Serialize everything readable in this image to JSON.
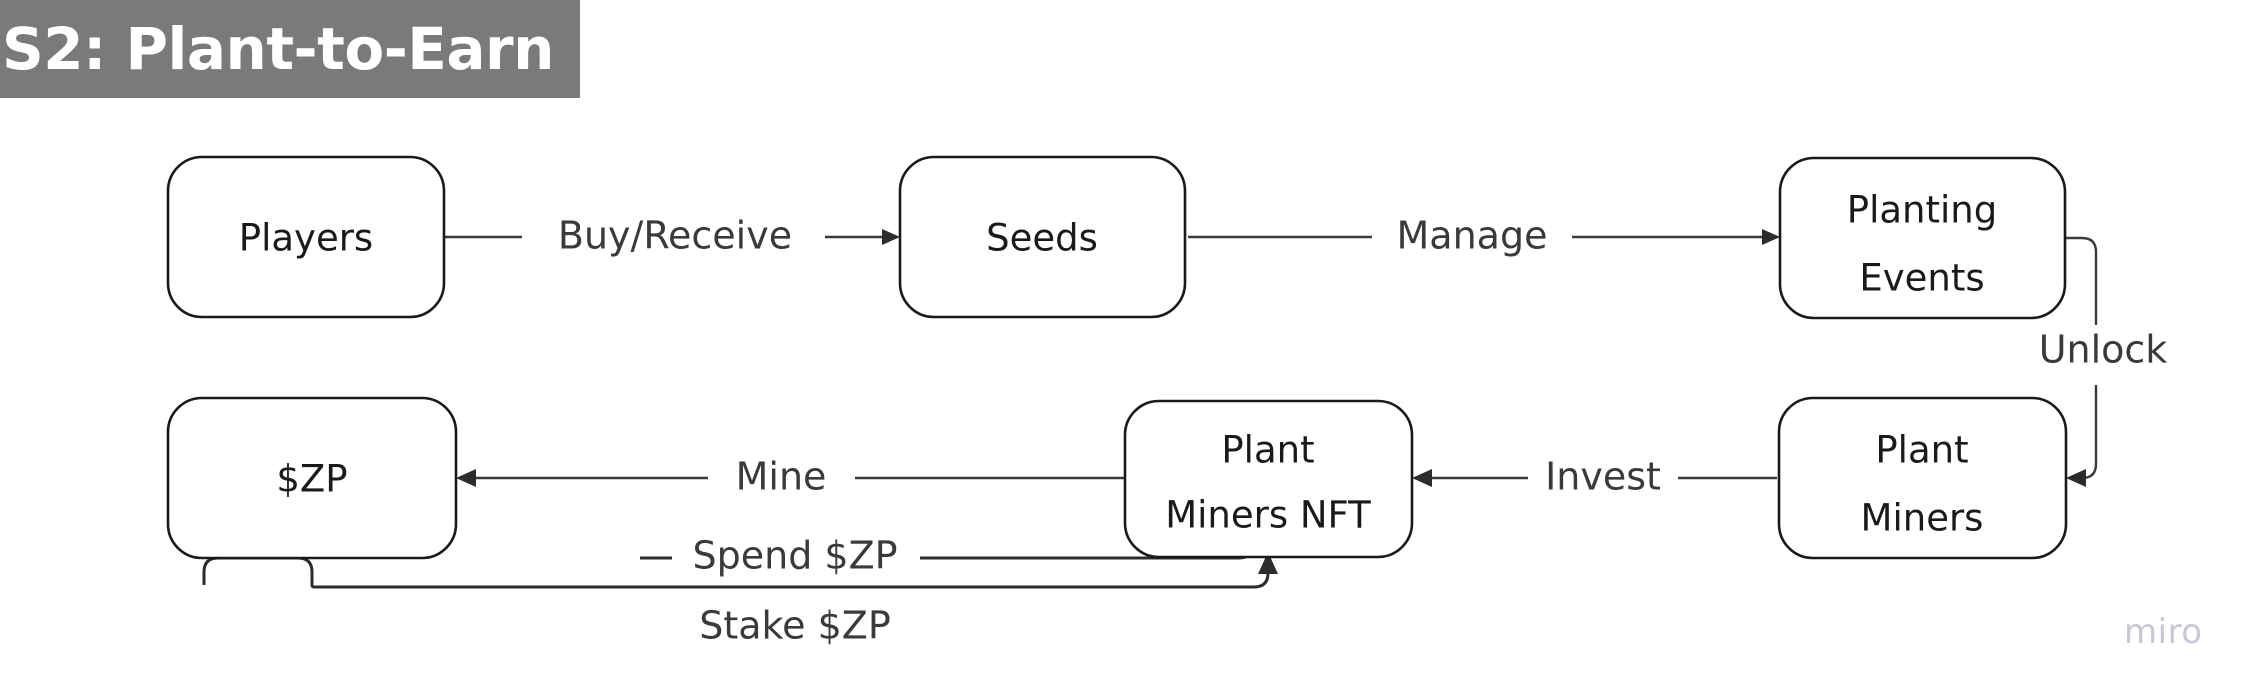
{
  "title": {
    "text": "S2: Plant-to-Earn",
    "background_color": "#7a7a7a",
    "text_color": "#ffffff"
  },
  "watermark": {
    "label": "miro",
    "color": "#c8c8d4"
  },
  "colors": {
    "node_stroke": "#1a1a1a",
    "node_fill": "#ffffff",
    "edge_stroke": "#3a3a3a",
    "text": "#1a1a1a",
    "canvas": "#ffffff"
  },
  "diagram": {
    "type": "flowchart",
    "nodes": [
      {
        "id": "players",
        "label": "Players",
        "lines": [
          "Players"
        ]
      },
      {
        "id": "seeds",
        "label": "Seeds",
        "lines": [
          "Seeds"
        ]
      },
      {
        "id": "planting-events",
        "label": "Planting Events",
        "lines": [
          "Planting",
          "Events"
        ]
      },
      {
        "id": "plant-miners",
        "label": "Plant Miners",
        "lines": [
          "Plant",
          "Miners"
        ]
      },
      {
        "id": "plant-miners-nft",
        "label": "Plant Miners NFT",
        "lines": [
          "Plant",
          "Miners NFT"
        ]
      },
      {
        "id": "zp",
        "label": "$ZP",
        "lines": [
          "$ZP"
        ]
      }
    ],
    "edges": [
      {
        "id": "e1",
        "from": "players",
        "to": "seeds",
        "label": "Buy/Receive"
      },
      {
        "id": "e2",
        "from": "seeds",
        "to": "planting-events",
        "label": "Manage"
      },
      {
        "id": "e3",
        "from": "planting-events",
        "to": "plant-miners",
        "label": "Unlock"
      },
      {
        "id": "e4",
        "from": "plant-miners",
        "to": "plant-miners-nft",
        "label": "Invest"
      },
      {
        "id": "e5",
        "from": "plant-miners-nft",
        "to": "zp",
        "label": "Mine"
      },
      {
        "id": "e6",
        "from": "zp",
        "to": "plant-miners-nft",
        "label": "Spend $ZP"
      },
      {
        "id": "e7",
        "from": "zp",
        "to": "plant-miners-nft",
        "label": "Stake $ZP"
      }
    ],
    "node_text": {
      "players": "Players",
      "seeds": "Seeds",
      "planting_line1": "Planting",
      "planting_line2": "Events",
      "plant_miners_line1": "Plant",
      "plant_miners_line2": "Miners",
      "nft_line1": "Plant",
      "nft_line2": "Miners NFT",
      "zp": "$ZP"
    },
    "edge_text": {
      "buy_receive": "Buy/Receive",
      "manage": "Manage",
      "unlock": "Unlock",
      "invest": "Invest",
      "mine": "Mine",
      "spend_zp": "Spend $ZP",
      "stake_zp": "Stake $ZP"
    }
  }
}
